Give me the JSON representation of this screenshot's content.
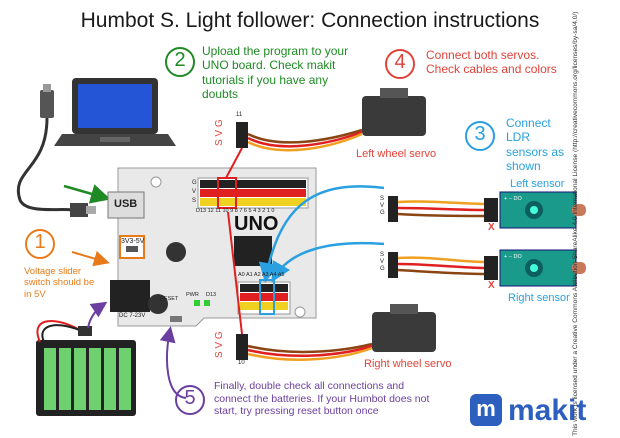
{
  "title": "Humbot S. Light follower: Connection instructions",
  "steps": [
    {
      "number": "1",
      "text": "Voltage slider switch should be in 5V",
      "color": "#e97a1a"
    },
    {
      "number": "2",
      "text": "Upload the program to your UNO board. Check makit tutorials if you have any doubts",
      "color": "#1f8a24"
    },
    {
      "number": "3",
      "text": "Connect LDR sensors as shown",
      "color": "#2aa0e0"
    },
    {
      "number": "4",
      "text": "Connect both servos. Check cables and colors",
      "color": "#e0433a"
    },
    {
      "number": "5",
      "text": "Finally, double check all connections and connect the batteries. If your Humbot does not start, try pressing reset button once",
      "color": "#6b3fa0"
    }
  ],
  "labels": {
    "left_wheel_servo": "Left wheel servo",
    "right_wheel_servo": "Right wheel servo",
    "left_sensor": "Left sensor",
    "right_sensor": "Right sensor",
    "usb": "USB",
    "uno": "UNO",
    "voltage": "3V3-5V",
    "dc": "DC 7-23V",
    "reset": "RESET",
    "pwr": "PWR",
    "d13": "D13",
    "svg_top": "S V G",
    "svg_bottom": "S V G",
    "pin_11": "11",
    "pin_10": "10",
    "gvs_g": "G",
    "gvs_v": "V",
    "gvs_s": "S",
    "digital_pins": "D13 12 11 10 9 8 7 6 5 4 3 2 1 0",
    "analog_pins": "A0 A1 A2 A3 A4 A5",
    "sensor_s": "S",
    "sensor_v": "V",
    "sensor_g": "G",
    "sensor_pins": "+ − DO",
    "x_mark": "X"
  },
  "brand": {
    "name": "makit",
    "logo_letter": "m"
  },
  "license": "This work is licensed under a Creative Commons Attribution-ShareAlike 4.0 International License (http://creativecommons.org/licenses/by-sa/4.0/)",
  "colors": {
    "board": "#e8e8e8",
    "cable_brown": "#8b4513",
    "cable_red": "#e02020",
    "cable_orange": "#f0a020",
    "arrow_blue": "#2aa0e0",
    "arrow_green": "#1f8a24",
    "arrow_purple": "#6b3fa0",
    "sensor_board": "#1a9a8a",
    "makit_blue": "#2d5fbf"
  }
}
